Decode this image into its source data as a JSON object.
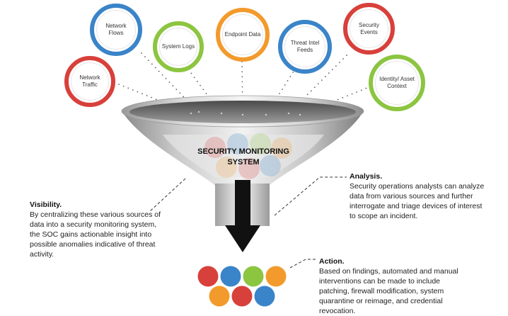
{
  "sources": [
    {
      "label": "Network Traffic",
      "color": "#d8403b"
    },
    {
      "label": "Network Flows",
      "color": "#3a84c9"
    },
    {
      "label": "System Logs",
      "color": "#8cc540"
    },
    {
      "label": "Endpoint Data",
      "color": "#f39a2c"
    },
    {
      "label": "Threat Intel Feeds",
      "color": "#3a84c9"
    },
    {
      "label": "Security Events",
      "color": "#d8403b"
    },
    {
      "label": "Identity/ Asset Context",
      "color": "#8cc540"
    }
  ],
  "funnel": {
    "title_line1": "SECURITY MONITORING",
    "title_line2": "SYSTEM"
  },
  "output_dots": [
    "#d8403b",
    "#3a84c9",
    "#8cc540",
    "#f39a2c",
    "#f39a2c",
    "#d8403b",
    "#3a84c9"
  ],
  "visibility": {
    "heading": "Visibility.",
    "body": "By centralizing these various sources of data into a security monitoring system, the SOC gains actionable insight into possible anomalies indicative of threat activity."
  },
  "analysis": {
    "heading": "Analysis.",
    "body": "Security operations analysts can analyze data from various sources and further interrogate and triage devices of interest to scope an incident."
  },
  "action": {
    "heading": "Action.",
    "body": "Based on findings, automated and manual interventions can be made to include patching, firewall modification, system quarantine or reimage, and credential revocation."
  }
}
